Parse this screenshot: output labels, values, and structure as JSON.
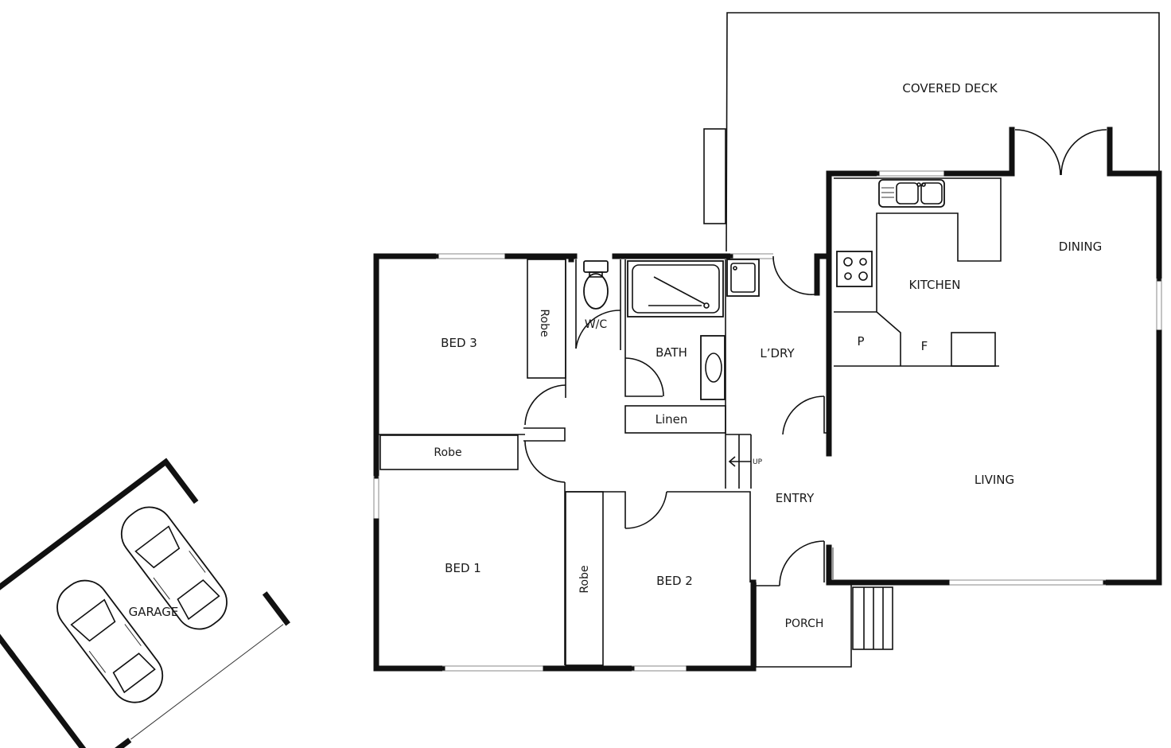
{
  "plan": {
    "rooms": {
      "covered_deck": "COVERED DECK",
      "dining": "DINING",
      "kitchen": "KITCHEN",
      "pantry": "P",
      "fridge": "F",
      "laundry": "L’DRY",
      "bath": "BATH",
      "linen": "Linen",
      "wc": "W/C",
      "bed3": "BED 3",
      "robe_bed3": "Robe",
      "robe_bed1": "Robe",
      "bed1": "BED 1",
      "robe_bed2": "Robe",
      "bed2": "BED 2",
      "entry": "ENTRY",
      "up": "UP",
      "living": "LIVING",
      "porch": "PORCH",
      "garage": "GARAGE"
    }
  }
}
